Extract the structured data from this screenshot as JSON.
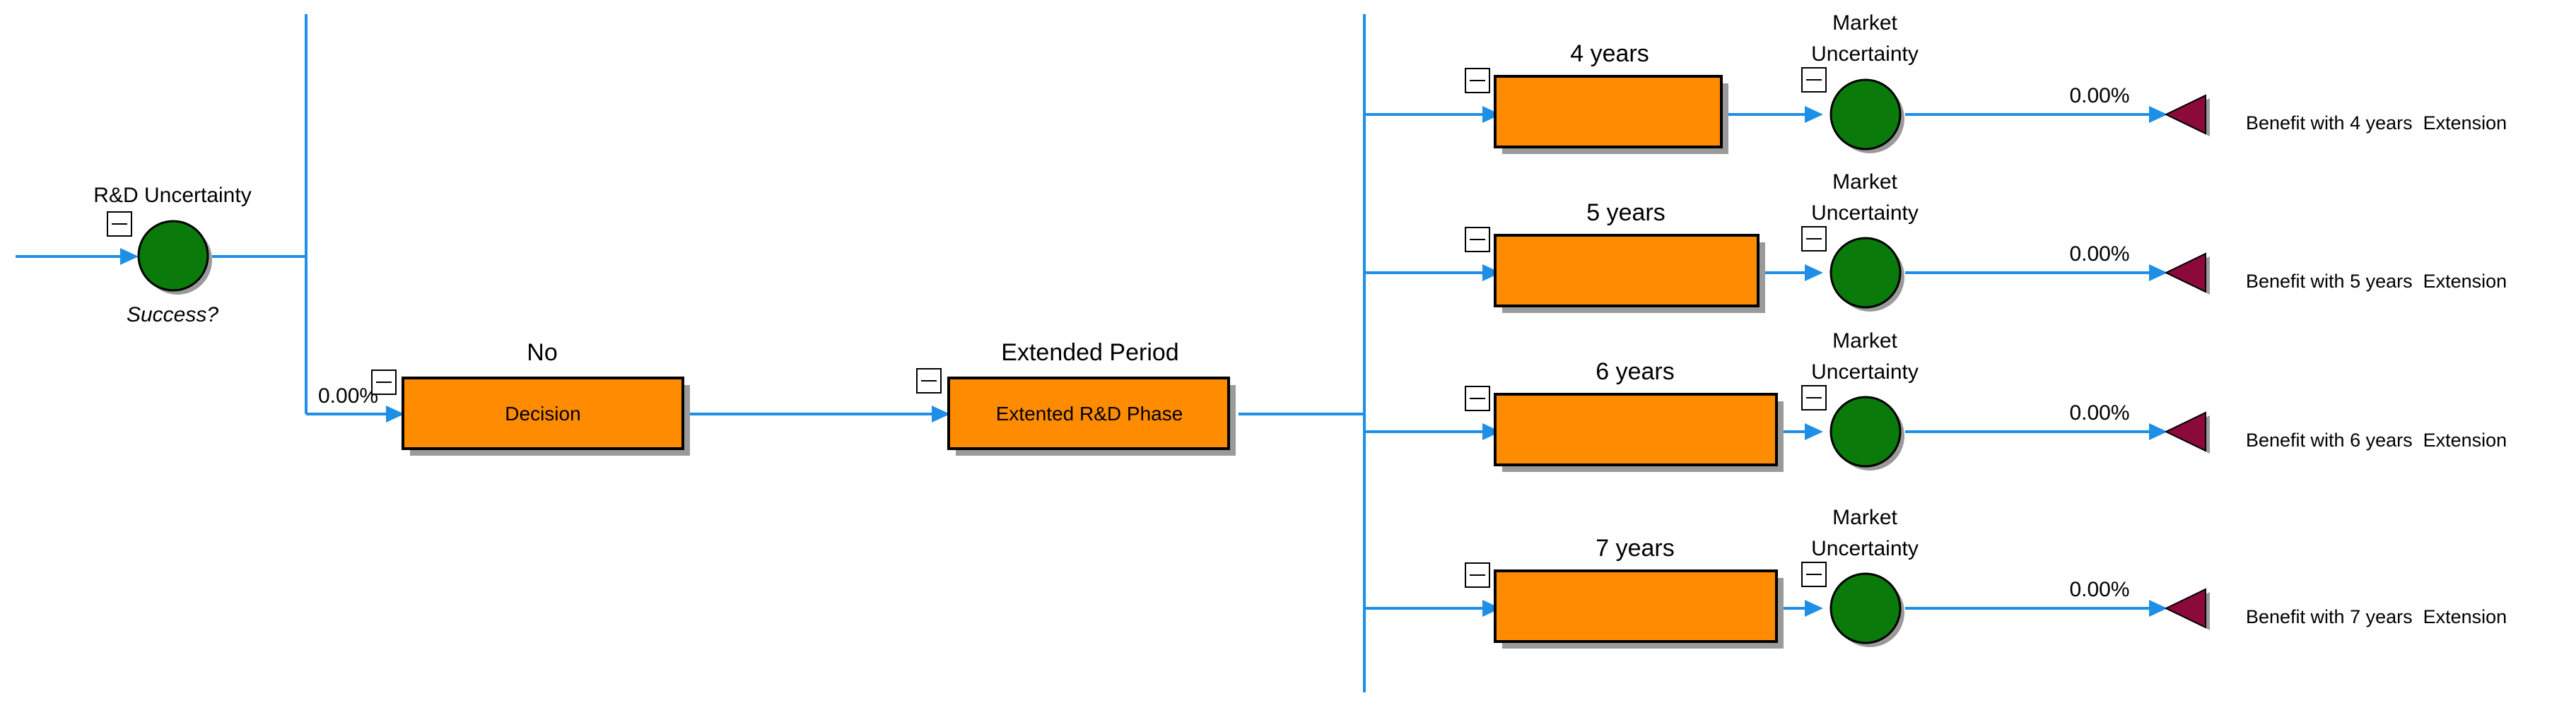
{
  "colors": {
    "line": "#1e8fe6",
    "decision_fill": "#ff8c00",
    "chance_fill": "#0a7a0a",
    "terminal_fill": "#8b0a3a",
    "shadow": "#9a9a9a"
  },
  "root": {
    "name": "R&D Uncertainty",
    "branch_label": "Success?"
  },
  "no_branch": {
    "probability": "0.00%",
    "title": "No",
    "node_label": "Decision"
  },
  "extended": {
    "title": "Extended Period",
    "node_label": "Extented R&D Phase"
  },
  "options": [
    {
      "title": "4 years",
      "chance_label_line1": "Market",
      "chance_label_line2": "Uncertainty",
      "probability": "0.00%",
      "endpoint": "Benefit with 4 years  Extension"
    },
    {
      "title": "5 years",
      "chance_label_line1": "Market",
      "chance_label_line2": "Uncertainty",
      "probability": "0.00%",
      "endpoint": "Benefit with 5 years  Extension"
    },
    {
      "title": "6 years",
      "chance_label_line1": "Market",
      "chance_label_line2": "Uncertainty",
      "probability": "0.00%",
      "endpoint": "Benefit with 6 years  Extension"
    },
    {
      "title": "7 years",
      "chance_label_line1": "Market",
      "chance_label_line2": "Uncertainty",
      "probability": "0.00%",
      "endpoint": "Benefit with 7 years  Extension"
    }
  ],
  "icons": {
    "collapse": "collapse-icon",
    "arrow": "arrow-icon"
  }
}
